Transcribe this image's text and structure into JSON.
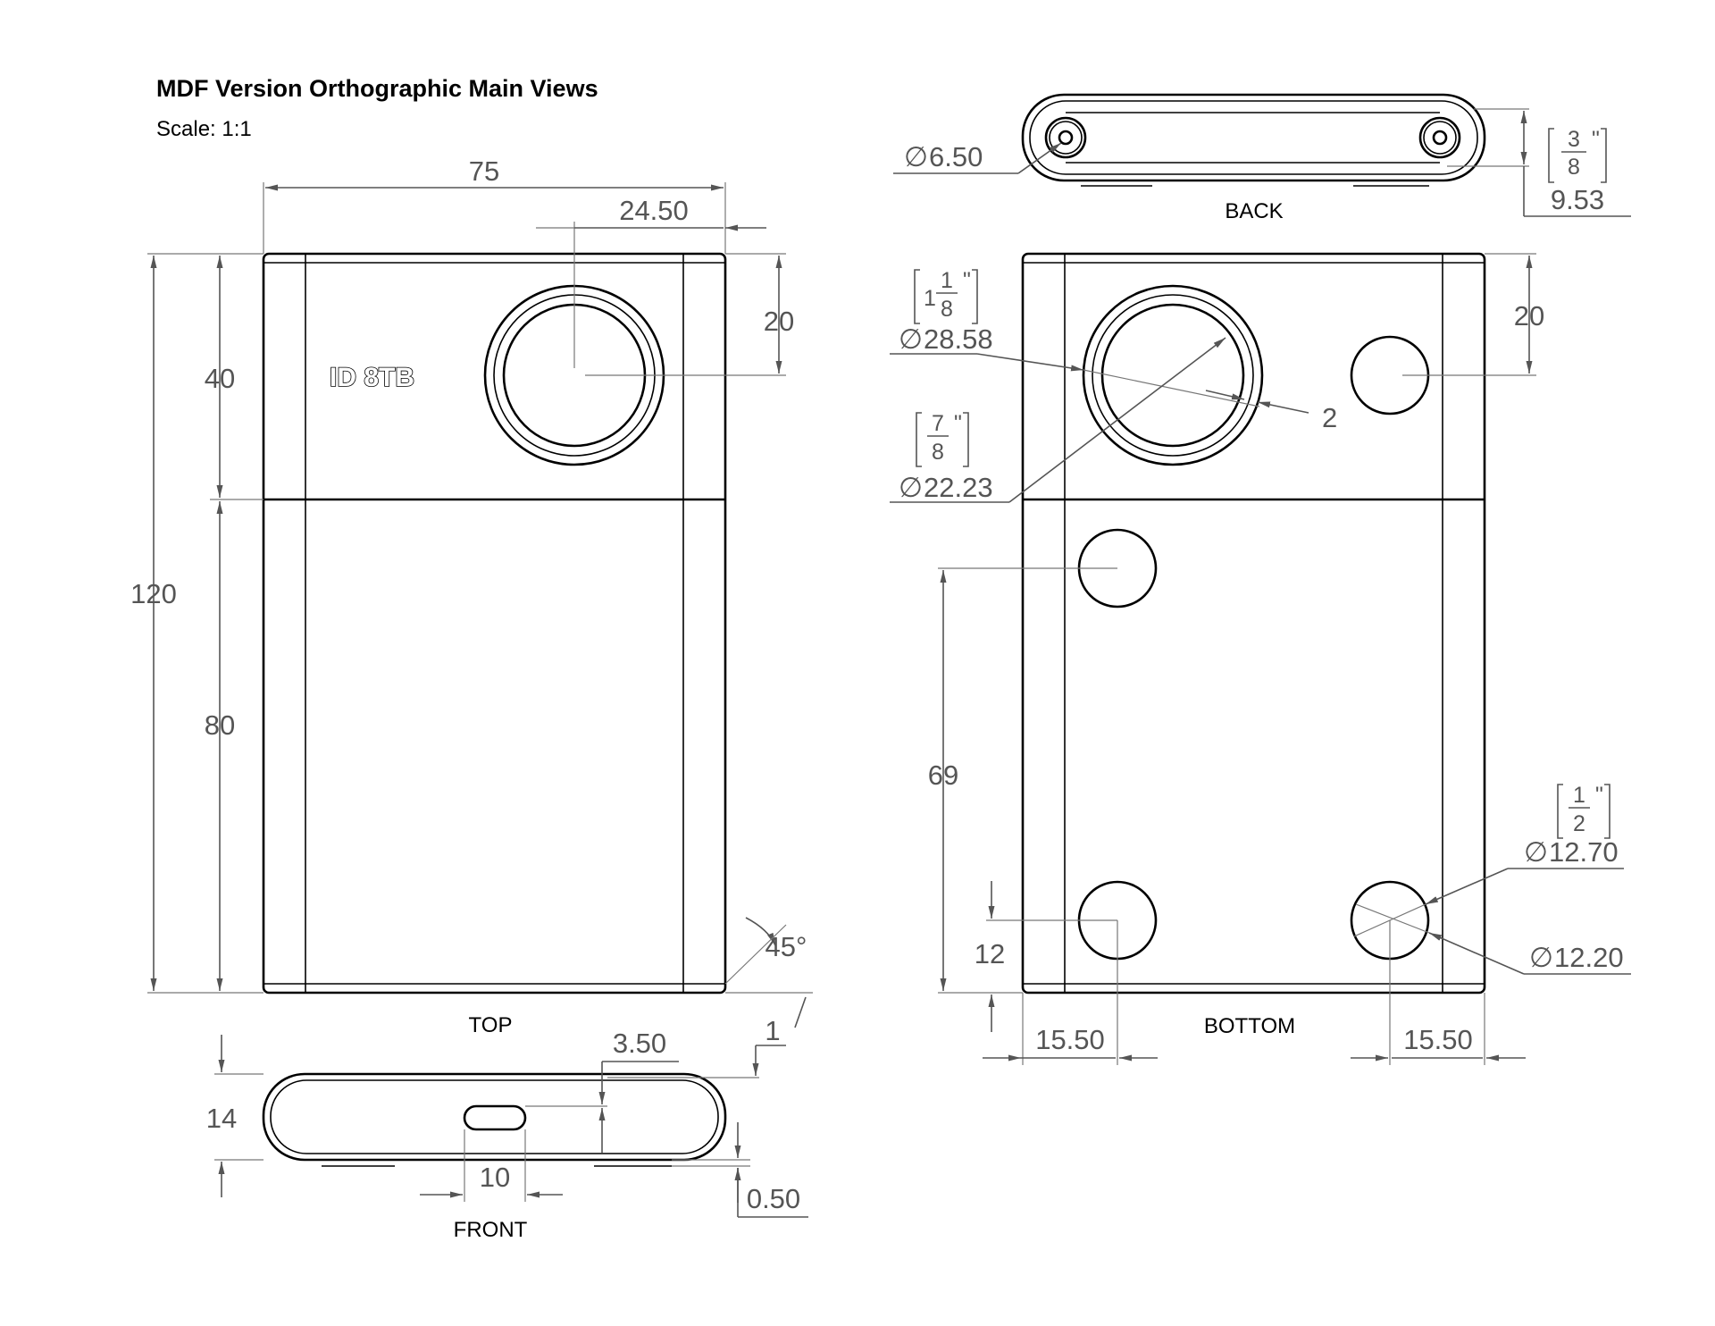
{
  "title": "MDF Version Orthographic Main Views",
  "scale": "Scale: 1:1",
  "engraving": "ID 8TB",
  "views": {
    "top": "TOP",
    "front": "FRONT",
    "back": "BACK",
    "bottom": "BOTTOM"
  },
  "top_view_dims": {
    "width": "75",
    "hole_offset_right": "24.50",
    "hole_offset_top": "20",
    "upper_section": "40",
    "lower_section": "80",
    "height": "120",
    "chamfer_angle": "45°",
    "chamfer_size": "1"
  },
  "front_view_dims": {
    "slot_depth": "3.50",
    "thickness": "14",
    "slot_width": "10",
    "foot_height": "0.50"
  },
  "back_view_dims": {
    "hole_dia": "6.50",
    "depth_frac_num": "3",
    "depth_frac_den": "8",
    "depth_mm": "9.53"
  },
  "bottom_view_dims": {
    "large_frac_whole": "1",
    "large_frac_num": "1",
    "large_frac_den": "8",
    "large_dia": "28.58",
    "recess_width": "2",
    "inner_frac_num": "7",
    "inner_frac_den": "8",
    "inner_dia": "22.23",
    "hole_offset_top": "20",
    "foot_spacing": "69",
    "foot_bottom_offset": "12",
    "foot_left_offset": "15.50",
    "foot_right_offset": "15.50",
    "foot_frac_num": "1",
    "foot_frac_den": "2",
    "foot_dia": "12.70",
    "foot_inner_dia": "12.20"
  }
}
